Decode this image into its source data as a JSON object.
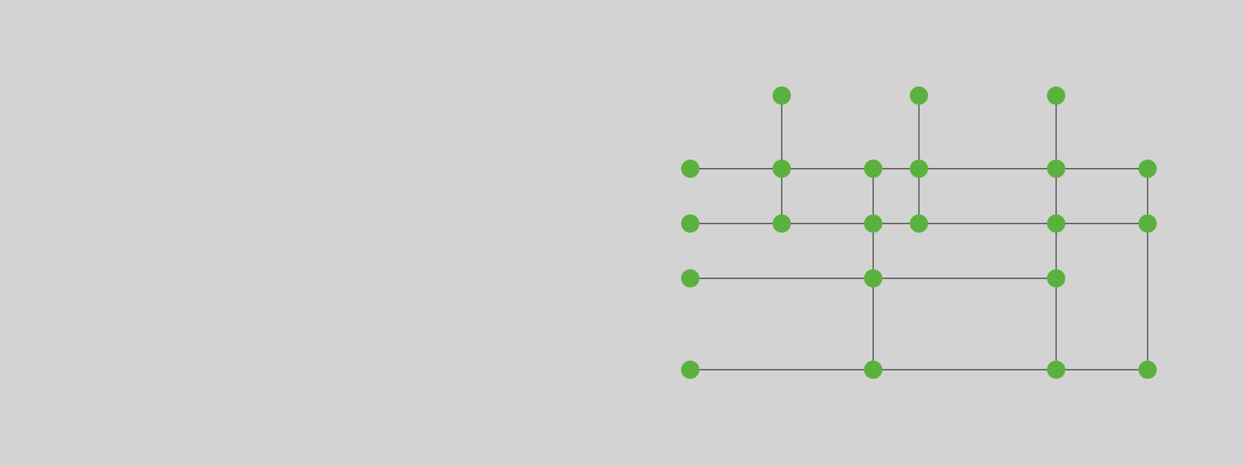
{
  "colors": {
    "background": "#d3d3d3",
    "node": "#5bb13d",
    "edge": "#222222"
  },
  "graph": {
    "nodes": [
      {
        "id": "n1",
        "col": 1,
        "row": 0
      },
      {
        "id": "n2",
        "col": 3,
        "row": 0
      },
      {
        "id": "n3",
        "col": 4,
        "row": 0
      },
      {
        "id": "n4",
        "col": 0,
        "row": 1
      },
      {
        "id": "n5",
        "col": 1,
        "row": 1
      },
      {
        "id": "n6",
        "col": 2,
        "row": 1
      },
      {
        "id": "n7",
        "col": 3,
        "row": 1
      },
      {
        "id": "n8",
        "col": 4,
        "row": 1
      },
      {
        "id": "n9",
        "col": 5,
        "row": 1
      },
      {
        "id": "n10",
        "col": 0,
        "row": 2
      },
      {
        "id": "n11",
        "col": 1,
        "row": 2
      },
      {
        "id": "n12",
        "col": 2,
        "row": 2
      },
      {
        "id": "n13",
        "col": 3,
        "row": 2
      },
      {
        "id": "n14",
        "col": 4,
        "row": 2
      },
      {
        "id": "n15",
        "col": 5,
        "row": 2
      },
      {
        "id": "n16",
        "col": 0,
        "row": 3
      },
      {
        "id": "n17",
        "col": 2,
        "row": 3
      },
      {
        "id": "n18",
        "col": 4,
        "row": 3
      },
      {
        "id": "n19",
        "col": 0,
        "row": 4
      },
      {
        "id": "n20",
        "col": 2,
        "row": 4
      },
      {
        "id": "n21",
        "col": 4,
        "row": 4
      },
      {
        "id": "n22",
        "col": 5,
        "row": 4
      }
    ],
    "edges": [
      [
        "n1",
        "n5"
      ],
      [
        "n2",
        "n7"
      ],
      [
        "n3",
        "n8"
      ],
      [
        "n4",
        "n5"
      ],
      [
        "n5",
        "n6"
      ],
      [
        "n6",
        "n7"
      ],
      [
        "n7",
        "n8"
      ],
      [
        "n8",
        "n9"
      ],
      [
        "n5",
        "n11"
      ],
      [
        "n6",
        "n12"
      ],
      [
        "n7",
        "n13"
      ],
      [
        "n8",
        "n14"
      ],
      [
        "n9",
        "n15"
      ],
      [
        "n10",
        "n11"
      ],
      [
        "n11",
        "n12"
      ],
      [
        "n12",
        "n13"
      ],
      [
        "n13",
        "n14"
      ],
      [
        "n14",
        "n15"
      ],
      [
        "n12",
        "n17"
      ],
      [
        "n14",
        "n18"
      ],
      [
        "n15",
        "n22"
      ],
      [
        "n16",
        "n17"
      ],
      [
        "n17",
        "n18"
      ],
      [
        "n17",
        "n20"
      ],
      [
        "n18",
        "n21"
      ],
      [
        "n19",
        "n20"
      ],
      [
        "n20",
        "n21"
      ],
      [
        "n21",
        "n22"
      ]
    ]
  }
}
